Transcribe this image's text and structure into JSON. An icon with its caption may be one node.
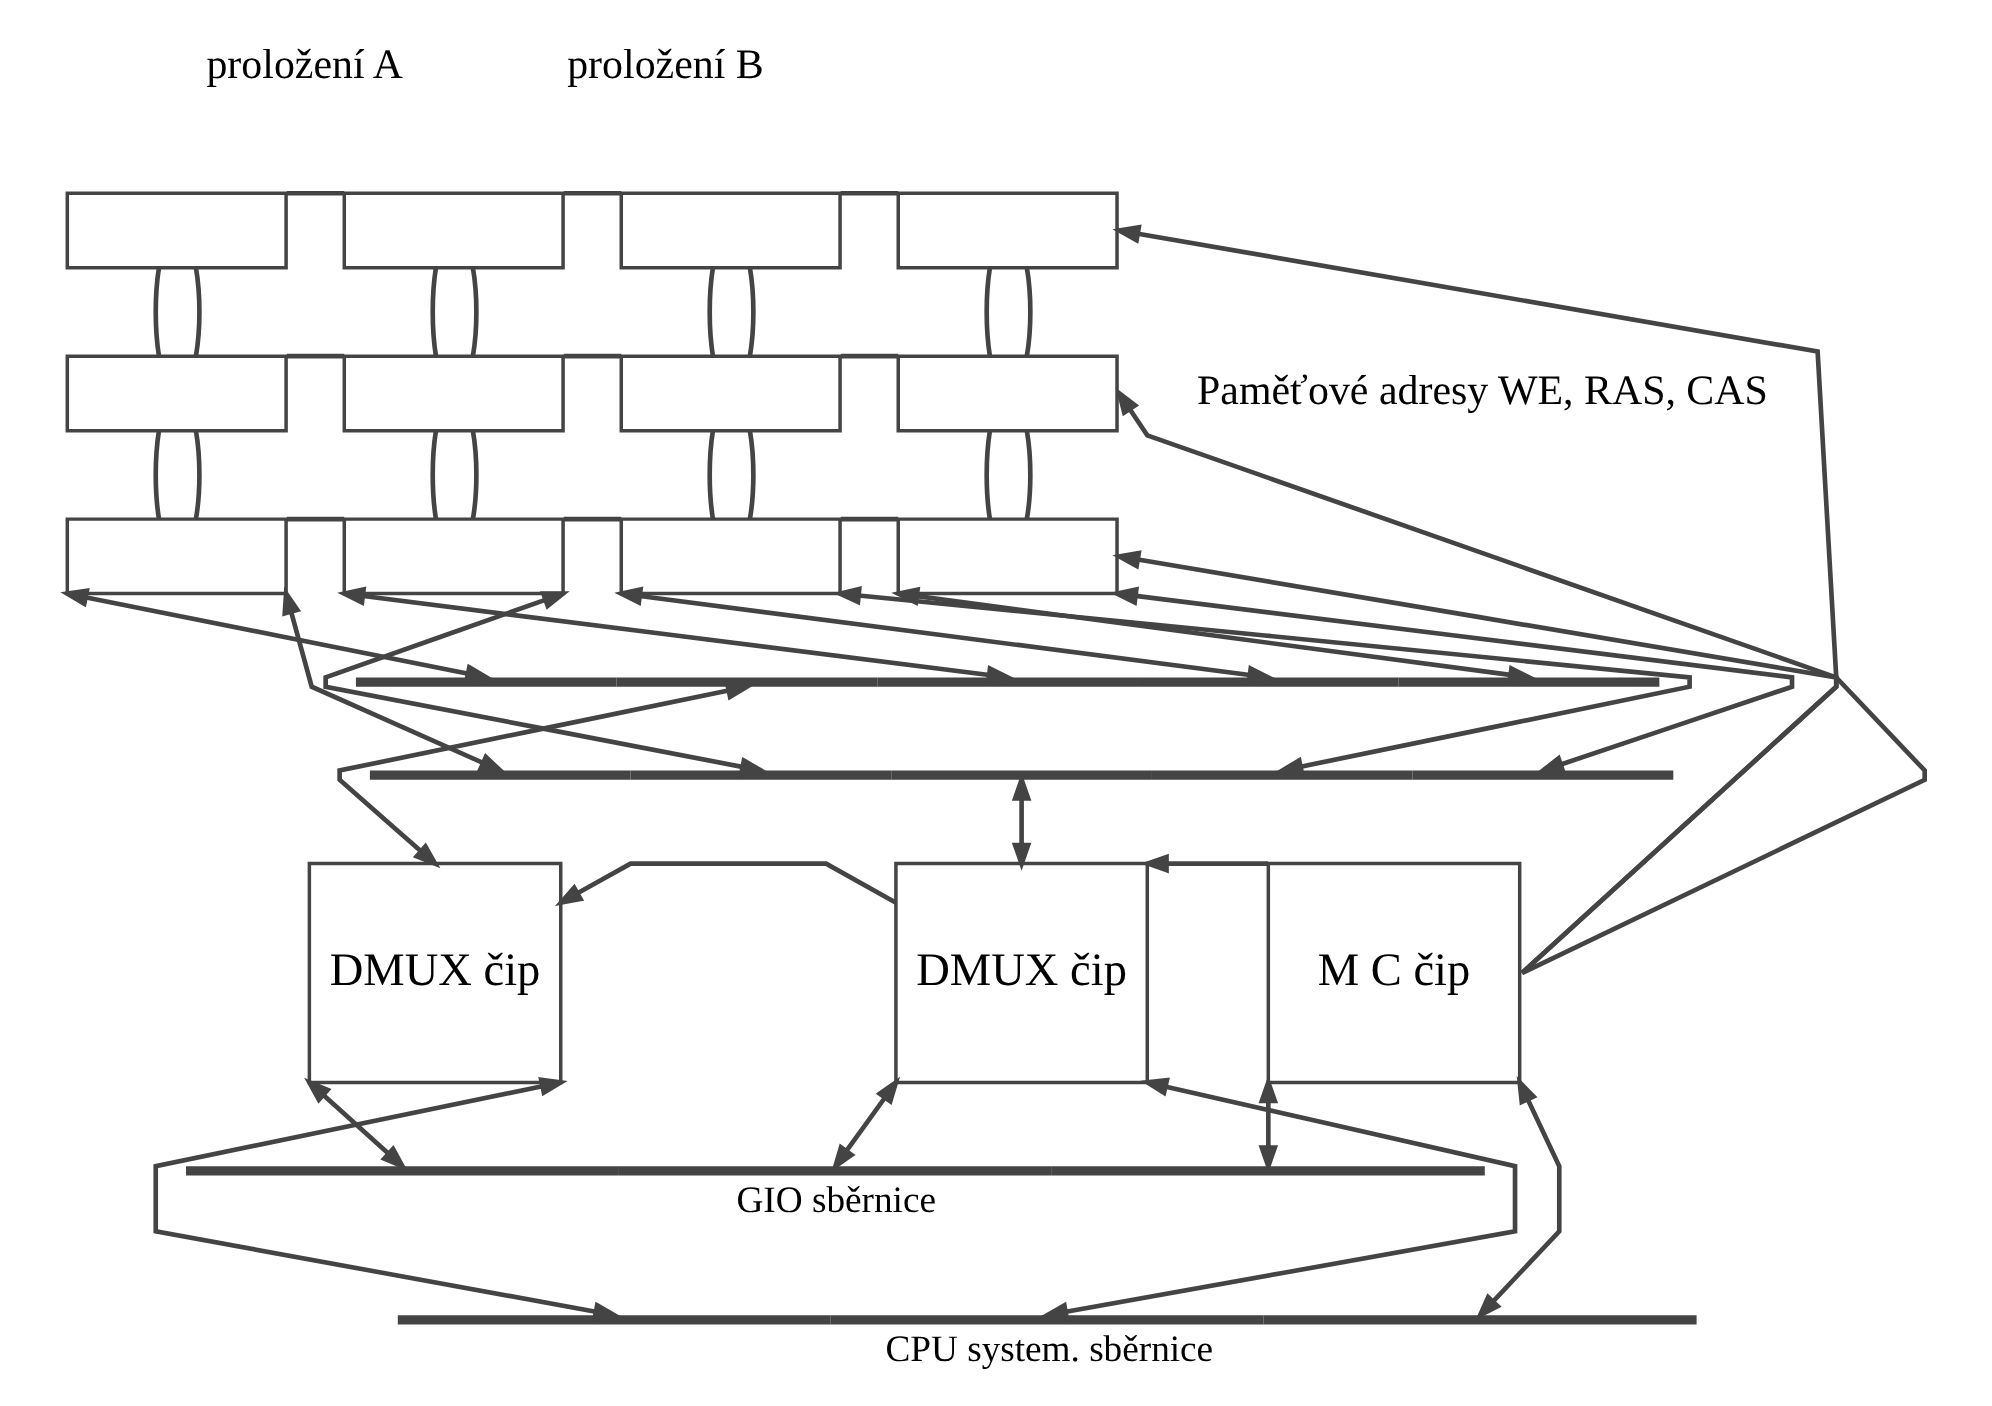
{
  "diagram": {
    "nodes": [
      {
        "text": [],
        "shape": "box"
      },
      {
        "text": [],
        "shape": "box"
      },
      {
        "text": [],
        "shape": "box"
      },
      {
        "text": [],
        "shape": "box"
      },
      {
        "text": [],
        "shape": "box"
      },
      {
        "text": [],
        "shape": "box"
      },
      {
        "text": [],
        "shape": "box"
      },
      {
        "text": [],
        "shape": "box"
      },
      {
        "text": [],
        "shape": "box"
      },
      {
        "text": [],
        "shape": "box"
      },
      {
        "text": [],
        "shape": "box"
      },
      {
        "text": [],
        "shape": "box"
      },
      {
        "text": [
          "DMUX čip"
        ]
      },
      {
        "text": [
          "DMUX čip"
        ]
      },
      {
        "text": [
          "M C čip"
        ]
      },
      {
        "text": [],
        "shape": "bar"
      },
      {
        "text": [],
        "shape": "bar"
      },
      {
        "text": [],
        "shape": "bar",
        "beside": [
          "GIO sběrnice"
        ]
      },
      {
        "text": [],
        "shape": "bar",
        "beside": [
          "CPU system. sběrnice"
        ]
      }
    ],
    "edges": [
      {
        "from": 0,
        "to": 1,
        "arrow": "none"
      },
      {
        "from": 1,
        "to": 2,
        "arrow": "none"
      },
      {
        "from": 2,
        "to": 3,
        "arrow": "none"
      },
      {
        "from": 4,
        "to": 5,
        "arrow": "none"
      },
      {
        "from": 5,
        "to": 6,
        "arrow": "none"
      },
      {
        "from": 6,
        "to": 7,
        "arrow": "none"
      },
      {
        "from": 8,
        "to": 9,
        "arrow": "none"
      },
      {
        "from": 9,
        "to": 10,
        "arrow": "none"
      },
      {
        "from": 10,
        "to": 11,
        "arrow": "none"
      },
      {
        "from": 0,
        "to": 4,
        "arrow": "none"
      },
      {
        "from": 0,
        "to": 4,
        "arrow": "none"
      },
      {
        "from": 1,
        "to": 5,
        "arrow": "none"
      },
      {
        "from": 1,
        "to": 5,
        "arrow": "none"
      },
      {
        "from": 2,
        "to": 6,
        "arrow": "none"
      },
      {
        "from": 2,
        "to": 6,
        "arrow": "none"
      },
      {
        "from": 3,
        "to": 7,
        "arrow": "none"
      },
      {
        "from": 3,
        "to": 7,
        "arrow": "none"
      },
      {
        "from": 4,
        "to": 8,
        "arrow": "none"
      },
      {
        "from": 4,
        "to": 8,
        "arrow": "none"
      },
      {
        "from": 5,
        "to": 9,
        "arrow": "none"
      },
      {
        "from": 5,
        "to": 9,
        "arrow": "none"
      },
      {
        "from": 6,
        "to": 10,
        "arrow": "none"
      },
      {
        "from": 6,
        "to": 10,
        "arrow": "none"
      },
      {
        "from": 7,
        "to": 11,
        "arrow": "none"
      },
      {
        "from": 7,
        "to": 11,
        "arrow": "none"
      },
      {
        "from": 14,
        "to": 3,
        "arrow": "to"
      },
      {
        "from": 14,
        "to": 7,
        "arrow": "to"
      },
      {
        "from": 14,
        "to": 11,
        "arrow": "to"
      },
      {
        "from": 8,
        "to": 15,
        "arrow": "both"
      },
      {
        "from": 8,
        "to": 16,
        "arrow": "both"
      },
      {
        "from": 9,
        "to": 15,
        "arrow": "both"
      },
      {
        "from": 9,
        "to": 16,
        "arrow": "both"
      },
      {
        "from": 10,
        "to": 15,
        "arrow": "both"
      },
      {
        "from": 10,
        "to": 16,
        "arrow": "both"
      },
      {
        "from": 11,
        "to": 15,
        "arrow": "both"
      },
      {
        "from": 11,
        "to": 16,
        "arrow": "both"
      },
      {
        "from": 15,
        "to": 12,
        "arrow": "both"
      },
      {
        "from": 16,
        "to": 13,
        "arrow": "both"
      },
      {
        "from": 13,
        "to": 12,
        "arrow": "to"
      },
      {
        "from": 14,
        "to": 13,
        "arrow": "to"
      },
      {
        "from": 12,
        "to": 17,
        "arrow": "both"
      },
      {
        "from": 12,
        "to": 18,
        "arrow": "both"
      },
      {
        "from": 13,
        "to": 17,
        "arrow": "both"
      },
      {
        "from": 13,
        "to": 18,
        "arrow": "both"
      },
      {
        "from": 14,
        "to": 17,
        "arrow": "both"
      },
      {
        "from": 14,
        "to": 18,
        "arrow": "both"
      }
    ],
    "labels": [
      "proložení A",
      "proložení B",
      "Paměťové adresy WE, RAS, CAS"
    ]
  }
}
